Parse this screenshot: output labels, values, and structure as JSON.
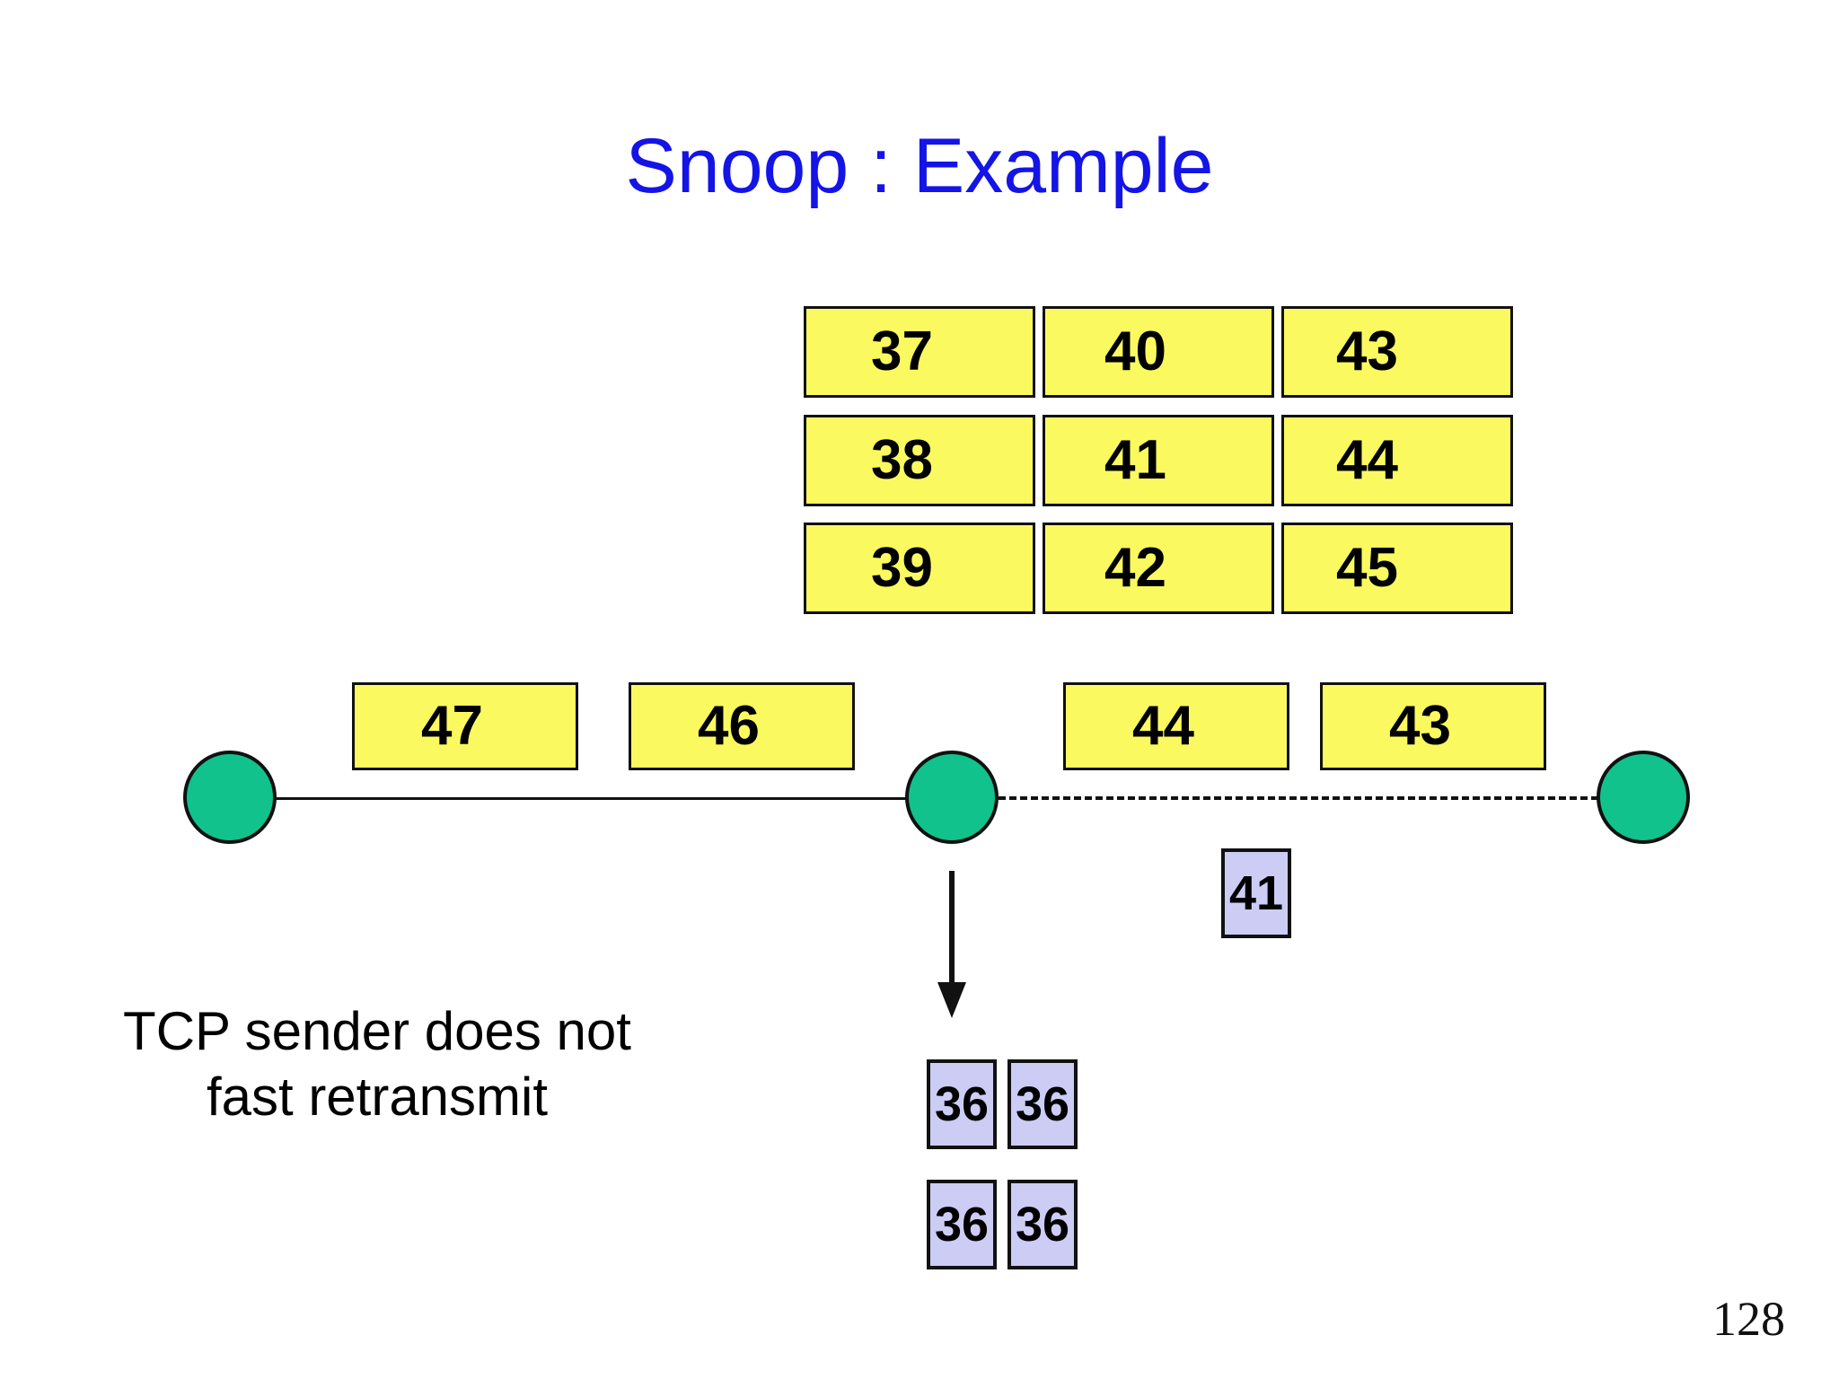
{
  "slide": {
    "title": "Snoop : Example",
    "title_color": "#1414E6",
    "page_number": "128",
    "background": "#ffffff"
  },
  "colors": {
    "packet_yellow": "#FAFA60",
    "ack_lavender": "#CCCCF5",
    "node_green": "#12C28C",
    "outline_black": "#111111"
  },
  "sender_queue": {
    "label": "sender-packet-grid",
    "rows": [
      {
        "cells": [
          "37",
          "40",
          "43"
        ]
      },
      {
        "cells": [
          "38",
          "41",
          "44"
        ]
      },
      {
        "cells": [
          "39",
          "42",
          "45"
        ]
      }
    ]
  },
  "link_packets": {
    "wired_side": [
      "47",
      "46"
    ],
    "wireless_side": [
      "44",
      "43"
    ]
  },
  "acks": {
    "wireless_ack": "41",
    "duplicate_acks": [
      [
        "36",
        "36"
      ],
      [
        "36",
        "36"
      ]
    ]
  },
  "nodes": [
    {
      "name": "tcp-sender-node"
    },
    {
      "name": "base-station-node"
    },
    {
      "name": "mobile-host-node"
    }
  ],
  "annotation": {
    "line1": "TCP sender does not",
    "line2": "fast retransmit"
  }
}
